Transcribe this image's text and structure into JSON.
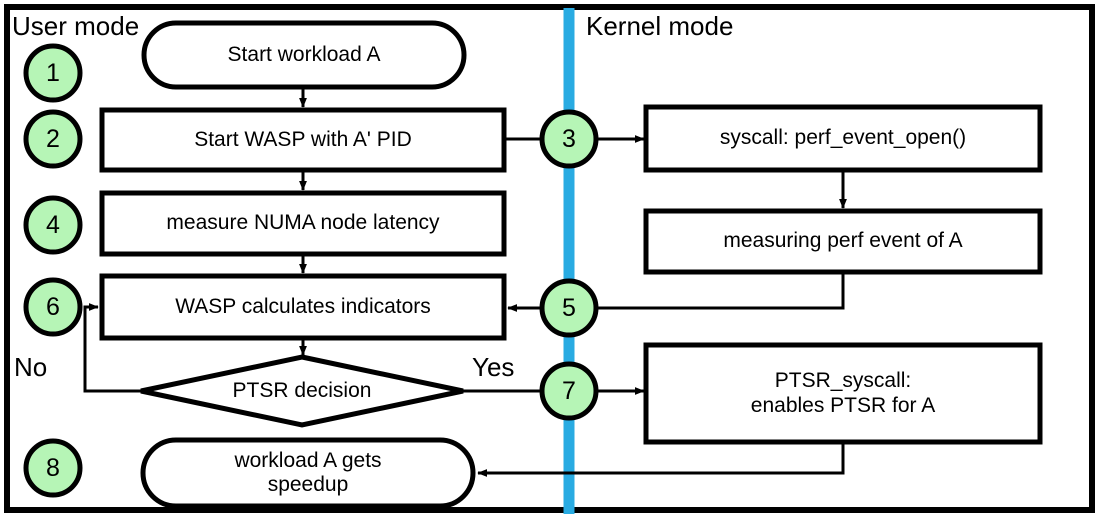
{
  "diagram": {
    "title_hidden": "",
    "colors": {
      "node_fill": "#ffffff",
      "node_stroke": "#000000",
      "badge_fill": "#b6f5b6",
      "badge_stroke": "#000000",
      "divider": "#29abe2",
      "frame": "#000000",
      "text": "#000000"
    },
    "lanes": [
      {
        "id": "user-mode",
        "label": "User mode"
      },
      {
        "id": "kernel-mode",
        "label": "Kernel mode"
      }
    ],
    "nodes": [
      {
        "id": "start-workload",
        "shape": "stadium",
        "text": "Start workload A"
      },
      {
        "id": "start-wasp",
        "shape": "rect",
        "text": "Start WASP with A' PID"
      },
      {
        "id": "perf-event-open",
        "shape": "rect",
        "text": "syscall: perf_event_open()"
      },
      {
        "id": "measure-numa",
        "shape": "rect",
        "text": "measure NUMA node latency"
      },
      {
        "id": "measuring-perf",
        "shape": "rect",
        "text": "measuring perf event of A"
      },
      {
        "id": "wasp-indicators",
        "shape": "rect",
        "text": "WASP calculates indicators"
      },
      {
        "id": "ptsr-decision",
        "shape": "diamond",
        "text": "PTSR decision"
      },
      {
        "id": "ptsr-syscall",
        "shape": "rect",
        "text": "PTSR_syscall:\nenables PTSR for A"
      },
      {
        "id": "workload-speedup",
        "shape": "stadium",
        "text": "workload A gets\nspeedup"
      }
    ],
    "step_badges": [
      {
        "id": "step-1",
        "label": "1"
      },
      {
        "id": "step-2",
        "label": "2"
      },
      {
        "id": "step-3",
        "label": "3"
      },
      {
        "id": "step-4",
        "label": "4"
      },
      {
        "id": "step-5",
        "label": "5"
      },
      {
        "id": "step-6",
        "label": "6"
      },
      {
        "id": "step-7",
        "label": "7"
      },
      {
        "id": "step-8",
        "label": "8"
      }
    ],
    "edge_labels": [
      {
        "id": "edge-label-no",
        "label": "No"
      },
      {
        "id": "edge-label-yes",
        "label": "Yes"
      }
    ]
  }
}
